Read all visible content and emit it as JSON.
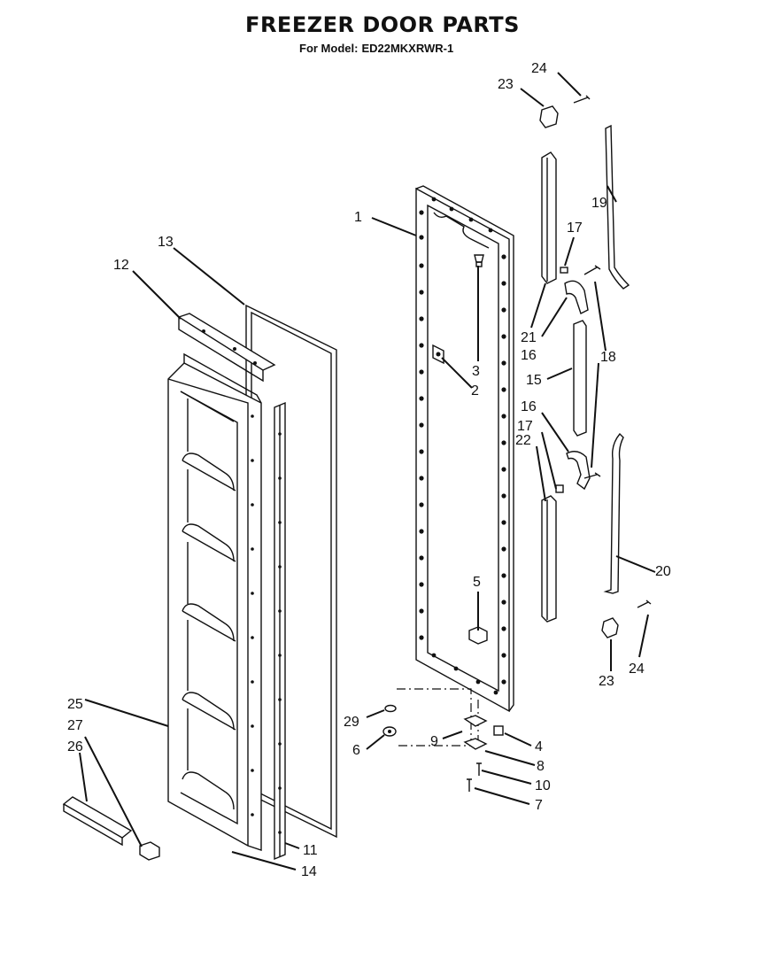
{
  "header": {
    "title": "FREEZER DOOR PARTS",
    "model_label": "For Model:",
    "model_number": "ED22MKXRWR-1"
  },
  "callouts": [
    "1",
    "2",
    "3",
    "4",
    "5",
    "6",
    "7",
    "8",
    "9",
    "10",
    "11",
    "12",
    "13",
    "14",
    "15",
    "16",
    "16",
    "17",
    "17",
    "18",
    "19",
    "20",
    "21",
    "22",
    "23",
    "23",
    "24",
    "24",
    "25",
    "26",
    "27",
    "29"
  ]
}
